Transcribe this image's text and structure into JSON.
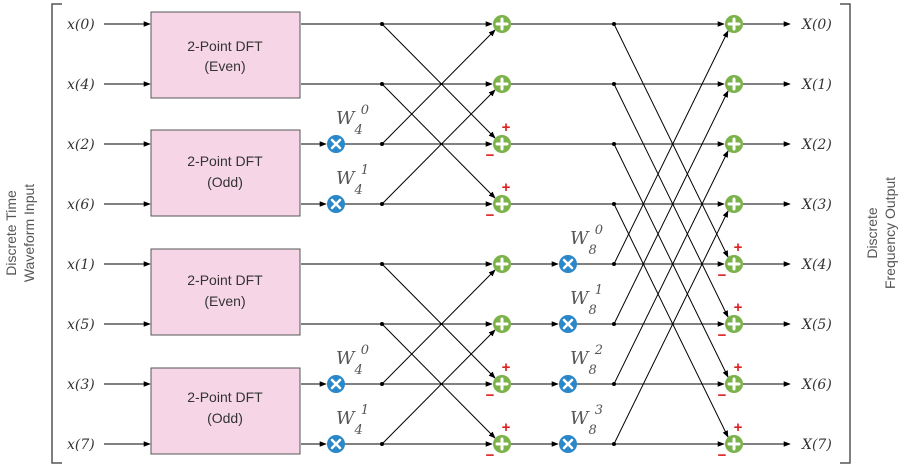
{
  "side_labels": {
    "left": [
      "Discrete Time",
      "Waveform Input"
    ],
    "right": [
      "Discrete",
      "Frequency Output"
    ]
  },
  "inputs": [
    "x(0)",
    "x(4)",
    "x(2)",
    "x(6)",
    "x(1)",
    "x(5)",
    "x(3)",
    "x(7)"
  ],
  "outputs": [
    "X(0)",
    "X(1)",
    "X(2)",
    "X(3)",
    "X(4)",
    "X(5)",
    "X(6)",
    "X(7)"
  ],
  "dft_blocks": [
    {
      "title": "2-Point DFT",
      "sub": "(Even)"
    },
    {
      "title": "2-Point DFT",
      "sub": "(Odd)"
    },
    {
      "title": "2-Point DFT",
      "sub": "(Even)"
    },
    {
      "title": "2-Point DFT",
      "sub": "(Odd)"
    }
  ],
  "twiddles_stage1": [
    {
      "base": "W",
      "sub": "4",
      "sup": "0"
    },
    {
      "base": "W",
      "sub": "4",
      "sup": "1"
    },
    {
      "base": "W",
      "sub": "4",
      "sup": "0"
    },
    {
      "base": "W",
      "sub": "4",
      "sup": "1"
    }
  ],
  "twiddles_stage2": [
    {
      "base": "W",
      "sub": "8",
      "sup": "0"
    },
    {
      "base": "W",
      "sub": "8",
      "sup": "1"
    },
    {
      "base": "W",
      "sub": "8",
      "sup": "2"
    },
    {
      "base": "W",
      "sub": "8",
      "sup": "3"
    }
  ],
  "signs": {
    "plus": "+",
    "minus": "−"
  },
  "colors": {
    "block_fill": "#f6d6e6",
    "block_stroke": "#555555",
    "adder": "#7cb24a",
    "multiplier": "#2a87c8",
    "sign": "#dd2222",
    "line": "#000000",
    "label_gray": "#555555"
  }
}
